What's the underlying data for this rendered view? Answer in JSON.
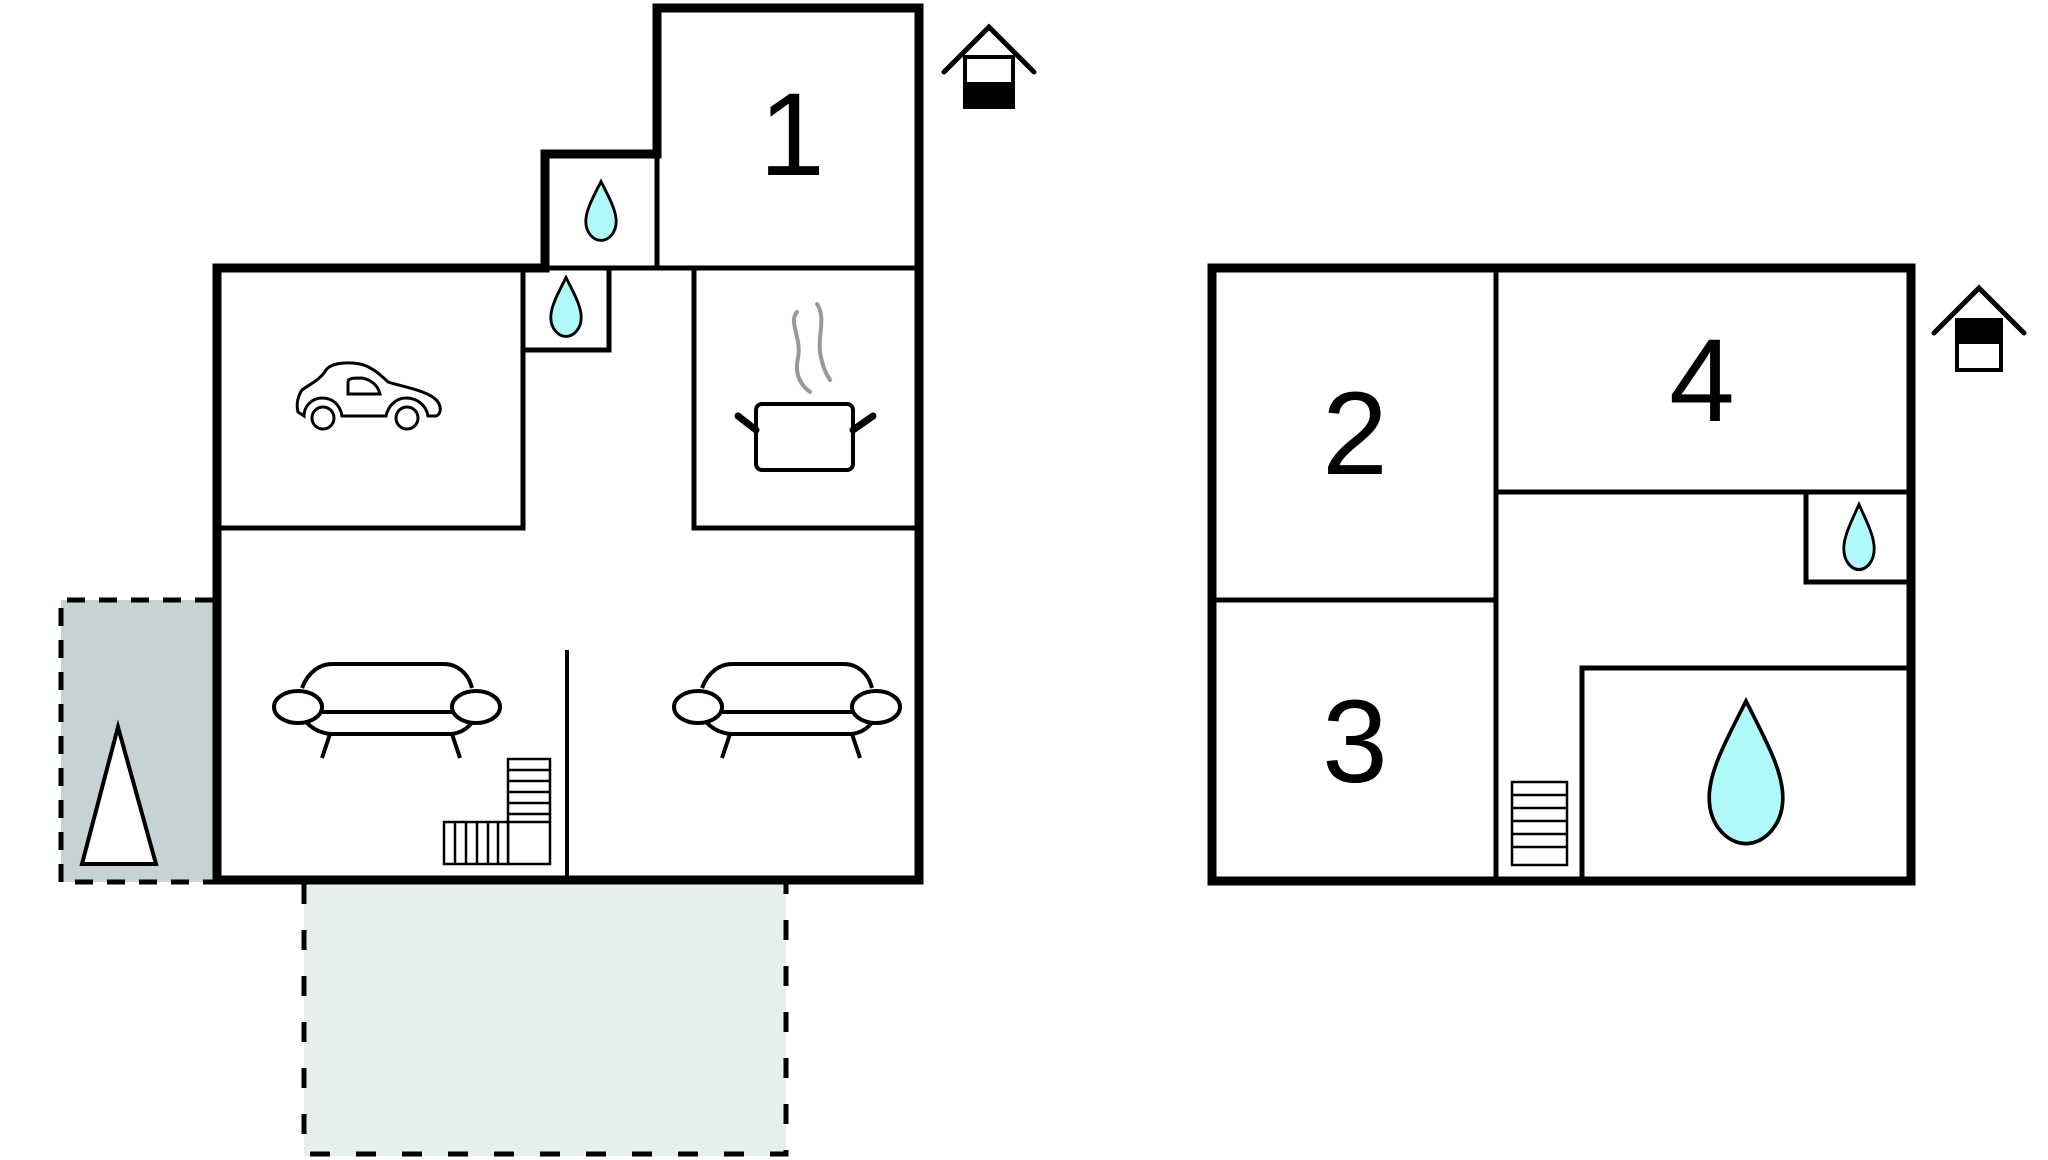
{
  "plan": {
    "colors": {
      "wall": "#000000",
      "water": "#b0fafa",
      "terrace_side": "#c6d3d4",
      "terrace_front": "#e6eeee",
      "steam": "#999999",
      "background": "#ffffff"
    },
    "ground_floor": {
      "level_icon": "floor-ground-icon",
      "rooms": [
        {
          "id": "bedroom-1",
          "label": "1",
          "type": "bedroom"
        },
        {
          "id": "bathroom-top",
          "icon": "water-drop-icon",
          "type": "bathroom"
        },
        {
          "id": "garage",
          "icon": "car-icon",
          "type": "garage"
        },
        {
          "id": "bathroom-small",
          "icon": "water-drop-icon",
          "type": "bathroom"
        },
        {
          "id": "kitchen",
          "icon": "cooking-pot-icon",
          "type": "kitchen"
        },
        {
          "id": "living-left",
          "icon": "sofa-icon",
          "type": "living room"
        },
        {
          "id": "living-right",
          "icon": "sofa-icon",
          "type": "living room"
        },
        {
          "id": "stairs",
          "icon": "stairs-icon",
          "type": "stairs"
        }
      ],
      "outdoor": [
        {
          "id": "side-terrace",
          "icon": "tree-icon",
          "type": "garden"
        },
        {
          "id": "front-terrace",
          "type": "terrace"
        }
      ]
    },
    "upper_floor": {
      "level_icon": "floor-upper-icon",
      "rooms": [
        {
          "id": "bedroom-2",
          "label": "2",
          "type": "bedroom"
        },
        {
          "id": "bedroom-3",
          "label": "3",
          "type": "bedroom"
        },
        {
          "id": "bedroom-4",
          "label": "4",
          "type": "bedroom"
        },
        {
          "id": "bathroom-small-upper",
          "icon": "water-drop-icon",
          "type": "bathroom"
        },
        {
          "id": "bathroom-large-upper",
          "icon": "water-drop-icon",
          "type": "bathroom"
        },
        {
          "id": "stairs-upper",
          "icon": "stairs-icon",
          "type": "stairs"
        }
      ]
    }
  }
}
